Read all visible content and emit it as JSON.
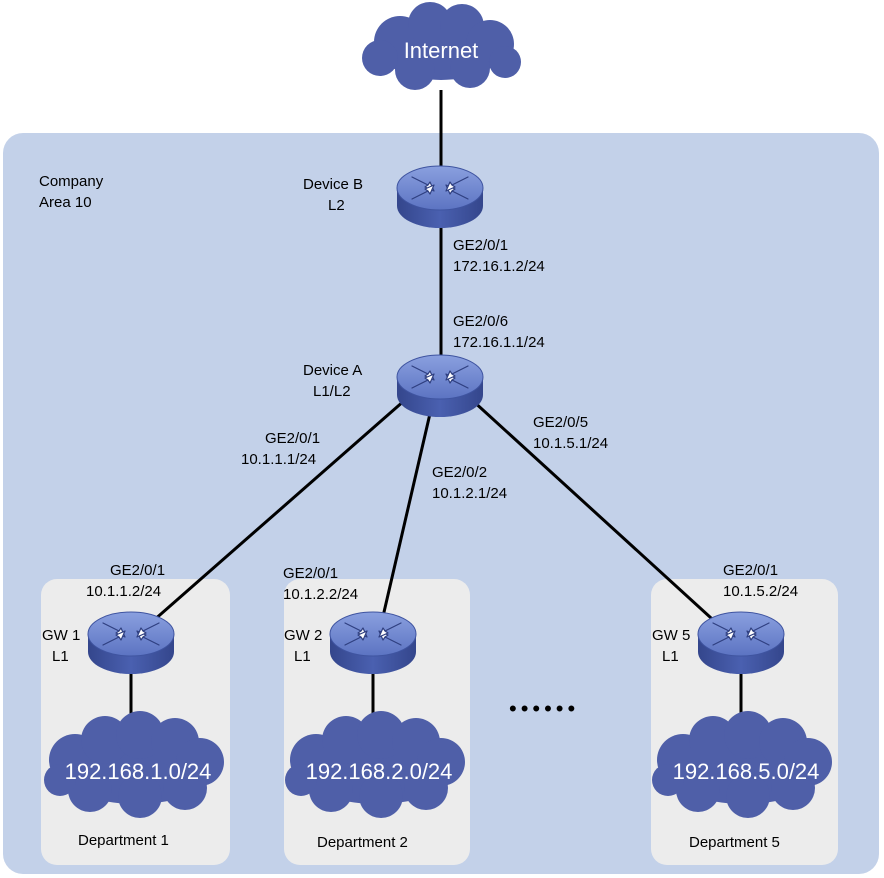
{
  "internet": {
    "label": "Internet"
  },
  "company": {
    "line1": "Company",
    "line2": "Area 10"
  },
  "device_b": {
    "name": "Device B",
    "level": "L2",
    "port": "GE2/0/1",
    "ip": "172.16.1.2/24"
  },
  "device_a": {
    "name": "Device A",
    "level": "L1/L2",
    "port_up": "GE2/0/6",
    "ip_up": "172.16.1.1/24",
    "port_gw1": "GE2/0/1",
    "ip_gw1": "10.1.1.1/24",
    "port_gw2": "GE2/0/2",
    "ip_gw2": "10.1.2.1/24",
    "port_gw5": "GE2/0/5",
    "ip_gw5": "10.1.5.1/24"
  },
  "gw1": {
    "name": "GW 1",
    "level": "L1",
    "port": "GE2/0/1",
    "ip": "10.1.1.2/24",
    "network": "192.168.1.0/24",
    "department": "Department 1"
  },
  "gw2": {
    "name": "GW 2",
    "level": "L1",
    "port": "GE2/0/1",
    "ip": "10.1.2.2/24",
    "network": "192.168.2.0/24",
    "department": "Department 2"
  },
  "gw5": {
    "name": "GW 5",
    "level": "L1",
    "port": "GE2/0/1",
    "ip": "10.1.5.2/24",
    "network": "192.168.5.0/24",
    "department": "Department 5"
  },
  "ellipsis": "••••••",
  "colors": {
    "area": "#c2d0e8",
    "dept": "#ebebeb",
    "cloud": "#4f5fa8",
    "router_top": "#6d86cf",
    "router_side": "#3f54a0",
    "link": "#000000"
  }
}
